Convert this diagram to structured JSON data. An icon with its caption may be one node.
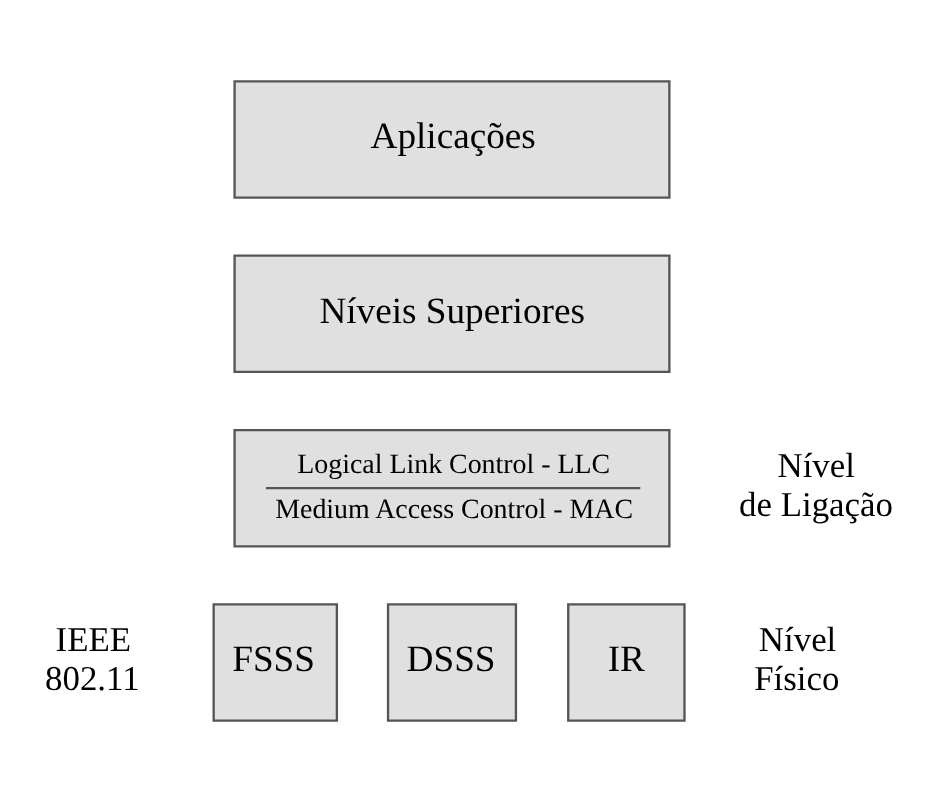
{
  "diagram": {
    "nodes": [
      {
        "text": [
          "Aplicações"
        ]
      },
      {
        "text": [
          "Níveis Superiores"
        ]
      },
      {
        "text": [
          "Logical Link Control - LLC",
          "Medium Access Control - MAC"
        ],
        "beside": [
          "Nível de Ligação"
        ]
      },
      {
        "text": [
          "FSSS"
        ]
      },
      {
        "text": [
          "DSSS"
        ]
      },
      {
        "text": [
          "IR"
        ]
      }
    ],
    "edges": [],
    "labels": [
      "IEEE 802.11",
      "Nível Físico"
    ]
  }
}
